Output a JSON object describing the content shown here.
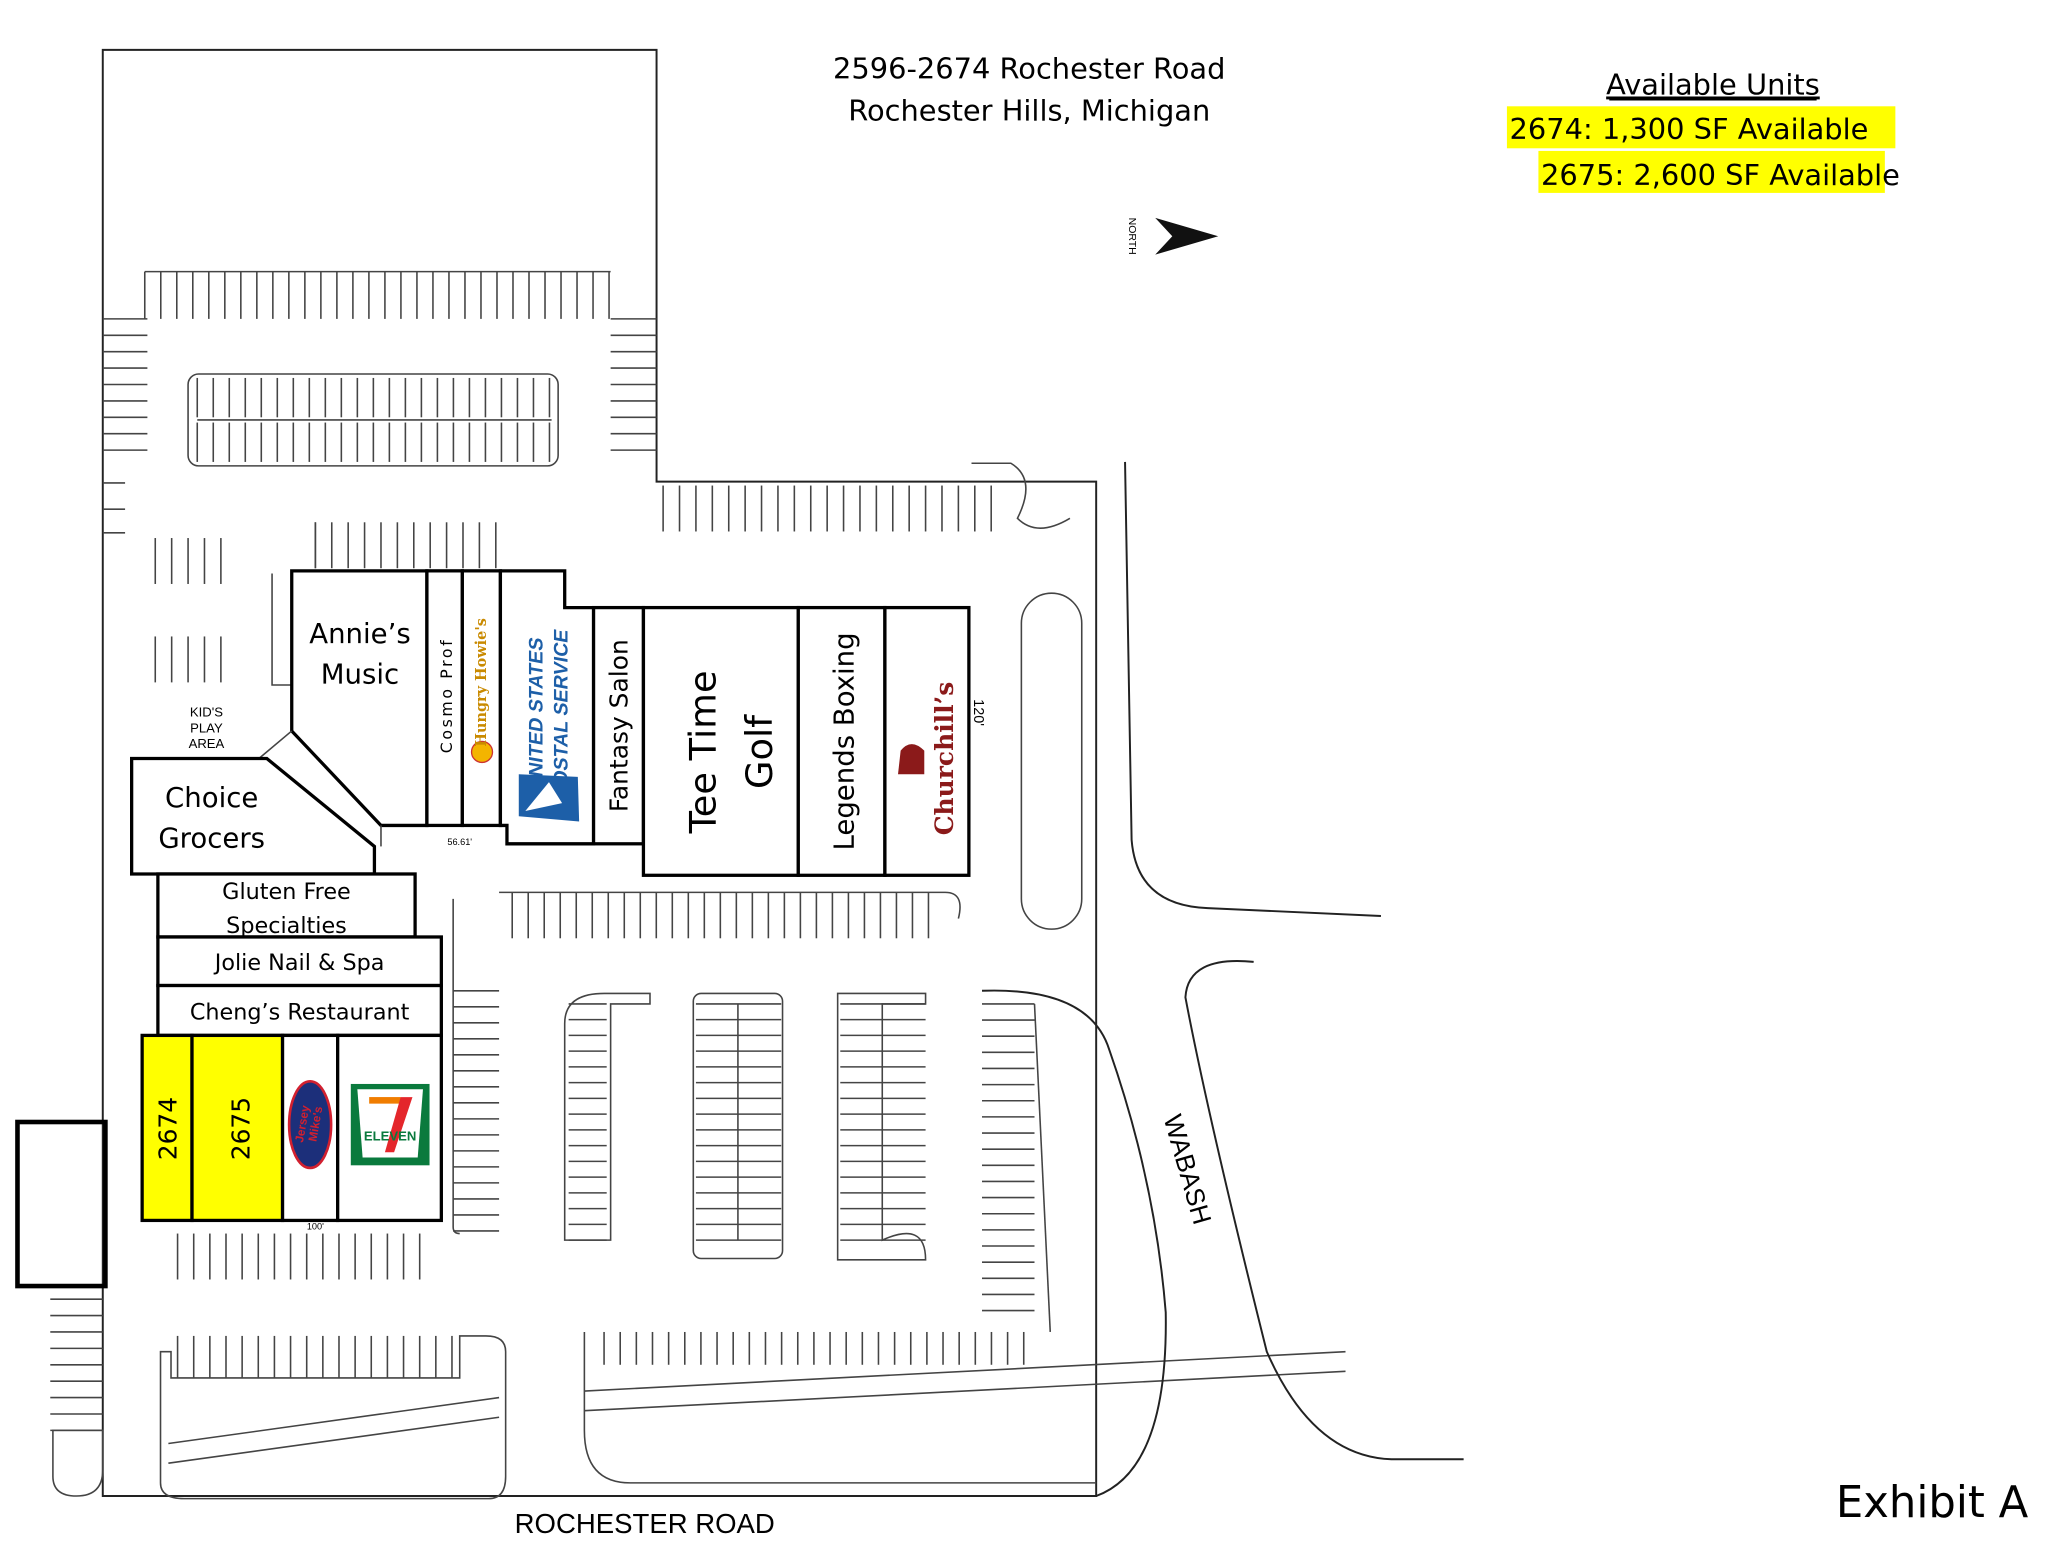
{
  "header": {
    "address_line1": "2596-2674 Rochester Road",
    "address_line2": "Rochester Hills, Michigan"
  },
  "available": {
    "title": "Available Units",
    "units": [
      "2674: 1,300 SF Available",
      "2675: 2,600 SF Available"
    ],
    "highlight_color": "#ffff00"
  },
  "north_label": "NORTH",
  "tenants": {
    "annies": [
      "Annie’s",
      "Music"
    ],
    "cosmo": "Cosmo Prof",
    "hungry_howies": "Hungry Howie's",
    "usps": [
      "UNITED STATES",
      "POSTAL SERVICE"
    ],
    "fantasy": "Fantasy Salon",
    "teetime": [
      "Tee Time",
      "Golf"
    ],
    "legends": "Legends Boxing",
    "churchills": "Churchill’s",
    "choice": [
      "Choice",
      "Grocers"
    ],
    "gluten": [
      "Gluten Free",
      "Specialties"
    ],
    "jolie": "Jolie Nail & Spa",
    "chengs": "Cheng’s Restaurant",
    "unit_2674": "2674",
    "unit_2675": "2675",
    "jersey": [
      "Jersey",
      "Mike's"
    ],
    "seven_eleven": "ELEVEN"
  },
  "labels": {
    "kids": [
      "KID'S",
      "PLAY",
      "AREA"
    ],
    "dim_56": "56.61'",
    "dim_120": "120'",
    "dim_100": "100'",
    "wabash": "WABASH",
    "rochester_road": "ROCHESTER ROAD",
    "exhibit": "Exhibit A"
  },
  "colors": {
    "usps_blue": "#1d5fa8",
    "churchill_red": "#8b1a1a",
    "seven_green": "#0a7a3d",
    "seven_orange": "#f07d00",
    "seven_red": "#e4262b",
    "jersey_blue": "#1c2f7a",
    "jersey_red": "#d2202f"
  }
}
